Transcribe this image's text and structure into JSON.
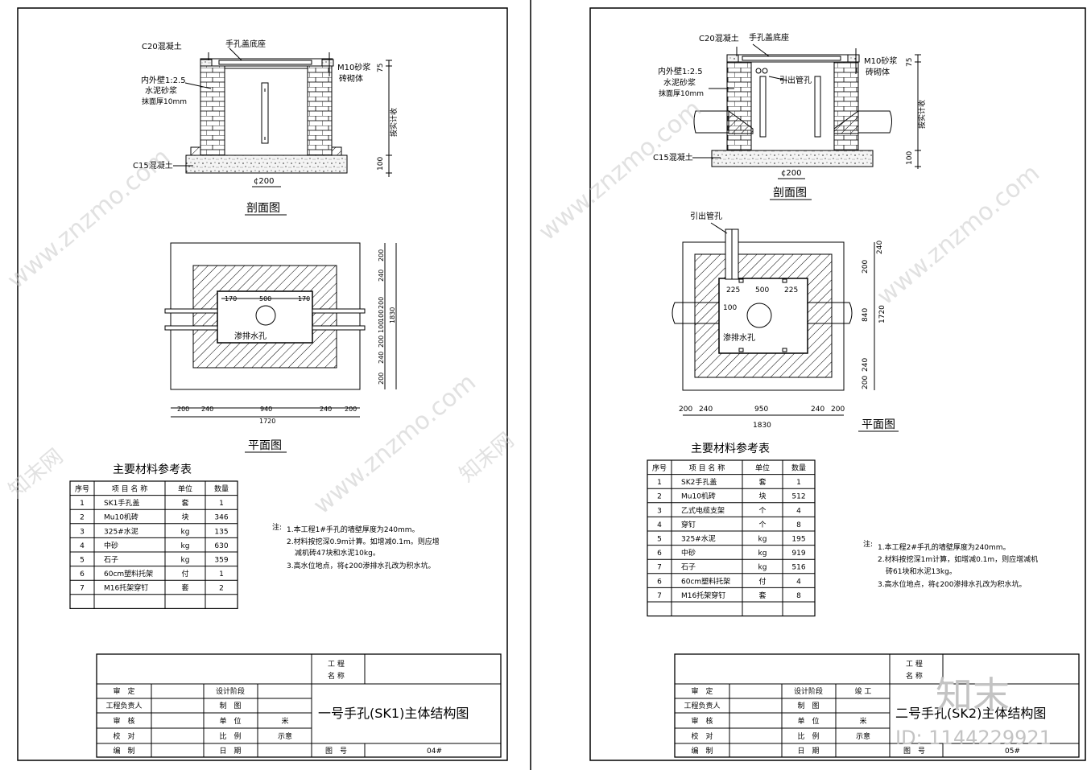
{
  "left_sheet": {
    "section": {
      "title": "剖面图",
      "labels": {
        "c20": "C20混凝土",
        "cover_base": "手孔盖底座",
        "m10": "M10砂浆",
        "masonry": "砖砌体",
        "inner_wall_1": "内外壁1:2.5",
        "inner_wall_2": "水泥砂浆",
        "inner_wall_3": "抹面厚10mm",
        "c15": "C15混凝土",
        "diam": "¢200",
        "dim_75": "75",
        "dim_100": "100",
        "dim_by_actual": "按实计收"
      }
    },
    "plan": {
      "title": "平面图",
      "drain": "渗排水孔",
      "top_dims": [
        "170",
        "500",
        "170"
      ],
      "bottom_dims": [
        "200",
        "240",
        "940",
        "240",
        "200"
      ],
      "bottom_total": "1720",
      "side_dims": [
        "200",
        "240",
        "200",
        "100",
        "100",
        "200",
        "240",
        "200"
      ],
      "side_total": "1830"
    },
    "table": {
      "title": "主要材料参考表",
      "headers": [
        "序号",
        "项 目 名 称",
        "单位",
        "数量"
      ],
      "rows": [
        [
          "1",
          "SK1手孔盖",
          "套",
          "1"
        ],
        [
          "2",
          "Mu10机砖",
          "块",
          "346"
        ],
        [
          "3",
          "325#水泥",
          "kg",
          "135"
        ],
        [
          "4",
          "中砂",
          "kg",
          "630"
        ],
        [
          "5",
          "石子",
          "kg",
          "359"
        ],
        [
          "6",
          "60cm塑料托架",
          "付",
          "1"
        ],
        [
          "7",
          "M16托架穿钉",
          "套",
          "2"
        ]
      ]
    },
    "notes": {
      "label": "注:",
      "lines": [
        "1.本工程1#手孔的墙壁厚度为240mm。",
        "2.材料按挖深0.9m计算。如增减0.1m。则应增",
        "减机砖47块和水泥10kg。",
        "3.高水位地点，将¢200渗排水孔改为积水坑。"
      ]
    },
    "title_block": {
      "project_1": "工 程",
      "project_2": "名 称",
      "rows": [
        [
          "审　定",
          "",
          "设计阶段",
          ""
        ],
        [
          "工程负责人",
          "",
          "制　图",
          ""
        ],
        [
          "审　核",
          "",
          "单　位",
          "米"
        ],
        [
          "校　对",
          "",
          "比　例",
          "示意"
        ],
        [
          "编　制",
          "",
          "日　期",
          ""
        ]
      ],
      "drawing_title": "一号手孔(SK1)主体结构图",
      "drawing_no_label": "图　号",
      "drawing_no": "04#"
    }
  },
  "right_sheet": {
    "section": {
      "title": "剖面图",
      "labels": {
        "c20": "C20混凝土",
        "cover_base": "手孔盖底座",
        "m10": "M10砂浆",
        "masonry": "砖砌体",
        "inner_wall_1": "内外壁1:2.5",
        "inner_wall_2": "水泥砂浆",
        "inner_wall_3": "抹面厚10mm",
        "outlet": "引出管孔",
        "c15": "C15混凝土",
        "diam": "¢200",
        "dim_75": "75",
        "dim_100": "100",
        "dim_by_actual": "按实计收"
      }
    },
    "plan": {
      "title": "平面图",
      "outlet": "引出管孔",
      "drain": "渗排水孔",
      "top_dims": [
        "225",
        "500",
        "225"
      ],
      "dim_100": "100",
      "bottom_dims": [
        "200",
        "240",
        "950",
        "240",
        "200"
      ],
      "bottom_total": "1830",
      "side_dims": [
        "200",
        "240",
        "840",
        "240",
        "200"
      ],
      "side_total": "1720"
    },
    "table": {
      "title": "主要材料参考表",
      "headers": [
        "序号",
        "项 目 名 称",
        "单位",
        "数量"
      ],
      "rows": [
        [
          "1",
          "SK2手孔盖",
          "套",
          "1"
        ],
        [
          "2",
          "Mu10机砖",
          "块",
          "512"
        ],
        [
          "3",
          "乙式电缆支架",
          "个",
          "4"
        ],
        [
          "4",
          "穿钉",
          "个",
          "8"
        ],
        [
          "5",
          "325#水泥",
          "kg",
          "195"
        ],
        [
          "6",
          "中砂",
          "kg",
          "919"
        ],
        [
          "7",
          "石子",
          "kg",
          "516"
        ],
        [
          "6",
          "60cm塑料托架",
          "付",
          "4"
        ],
        [
          "7",
          "M16托架穿钉",
          "套",
          "8"
        ]
      ]
    },
    "notes": {
      "label": "注:",
      "lines": [
        "1.本工程2#手孔的墙壁厚度为240mm。",
        "2.材料按挖深1m计算，如增减0.1m，则应增减机",
        "砖61块和水泥13kg。",
        "3.高水位地点，将¢200渗排水孔改为积水坑。"
      ]
    },
    "title_block": {
      "project_1": "工 程",
      "project_2": "名 称",
      "rows": [
        [
          "审　定",
          "",
          "设计阶段",
          "竣 工"
        ],
        [
          "工程负责人",
          "",
          "制　图",
          ""
        ],
        [
          "审　核",
          "",
          "单　位",
          "米"
        ],
        [
          "校　对",
          "",
          "比　例",
          "示意"
        ],
        [
          "编　制",
          "",
          "日　期",
          ""
        ]
      ],
      "drawing_title": "二号手孔(SK2)主体结构图",
      "drawing_no_label": "图　号",
      "drawing_no": "05#"
    }
  },
  "watermark": {
    "site": "www.znzmo.com",
    "brand": "知末",
    "brand_cn": "知末网",
    "id": "ID: 1144229921"
  }
}
